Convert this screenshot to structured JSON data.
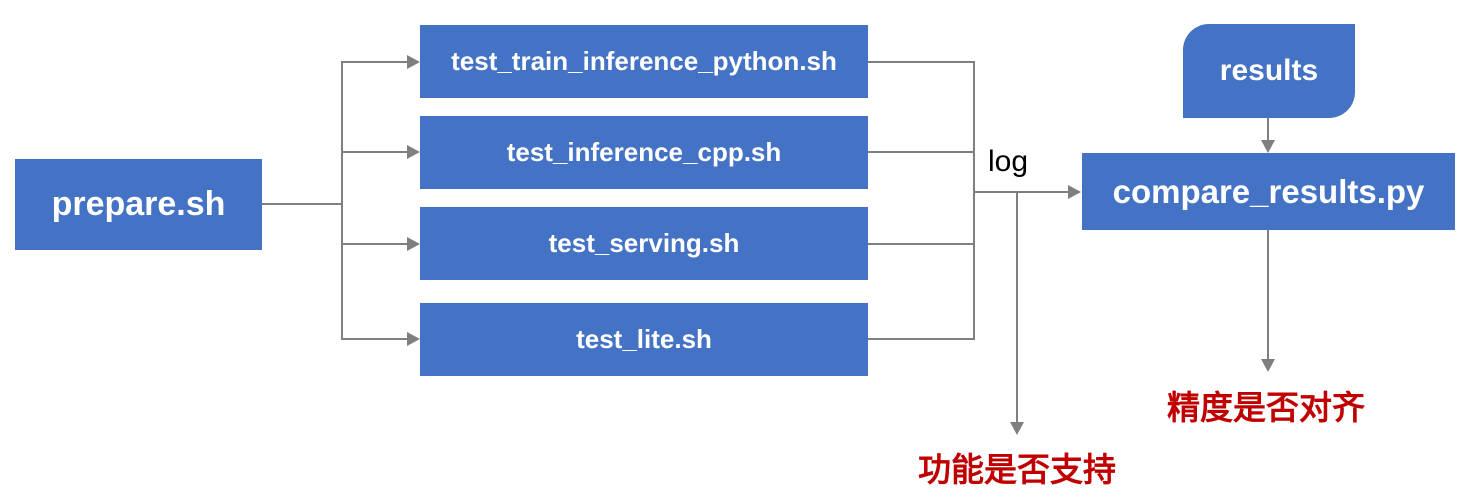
{
  "diagram": {
    "colors": {
      "node_fill": "#4472C4",
      "node_text": "#FFFFFF",
      "connector": "#7F7F7F",
      "warn_text": "#C00000",
      "log_text": "#000000"
    },
    "nodes": {
      "prepare": {
        "label": "prepare.sh"
      },
      "tests": [
        {
          "label": "test_train_inference_python.sh"
        },
        {
          "label": "test_inference_cpp.sh"
        },
        {
          "label": "test_serving.sh"
        },
        {
          "label": "test_lite.sh"
        }
      ],
      "results": {
        "label": "results"
      },
      "compare": {
        "label": "compare_results.py"
      }
    },
    "labels": {
      "log": "log",
      "function_supported": "功能是否支持",
      "accuracy_aligned": "精度是否对齐"
    }
  }
}
